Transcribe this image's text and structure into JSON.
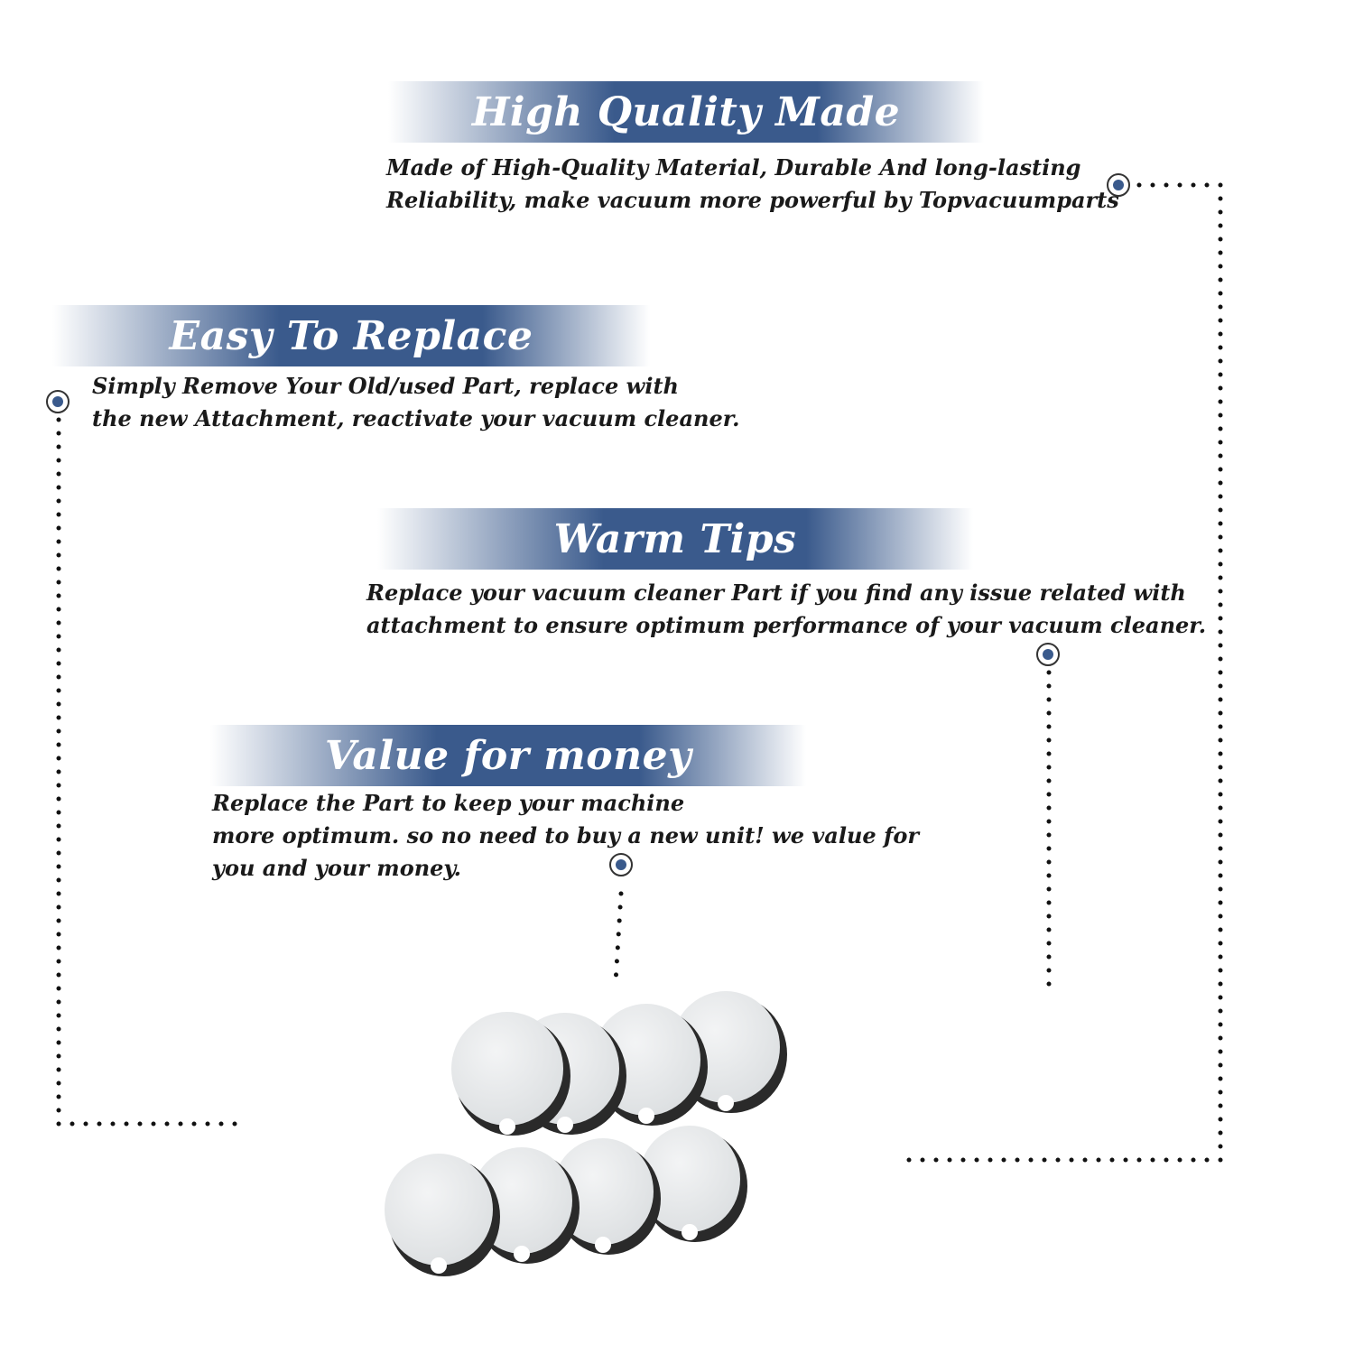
{
  "colors": {
    "banner_fade": "#ffffff",
    "banner_core": "#3a5a8c",
    "marker_fill": "#3a5a8c",
    "dotted_line": "#111111",
    "filter_face": "#e9ebec",
    "filter_rim": "#2a2a2a"
  },
  "sections": [
    {
      "title": "High Quality Made",
      "description": "Made of  High-Quality Material, Durable And long-lasting\nReliability, make vacuum more powerful by Topvacuumparts"
    },
    {
      "title": "Easy To Replace",
      "description": "Simply Remove Your Old/used Part, replace with\nthe new Attachment, reactivate your vacuum cleaner."
    },
    {
      "title": "Warm Tips",
      "description": "Replace your vacuum cleaner Part if you find any issue related with\n attachment to ensure optimum performance of your vacuum cleaner."
    },
    {
      "title": "Value for money",
      "description": "Replace the Part to keep your machine\nmore optimum. so no need to buy a new unit! we value for\nyou and your money."
    }
  ],
  "product": {
    "icon": "round-foam-filter-icon",
    "count": 8
  }
}
